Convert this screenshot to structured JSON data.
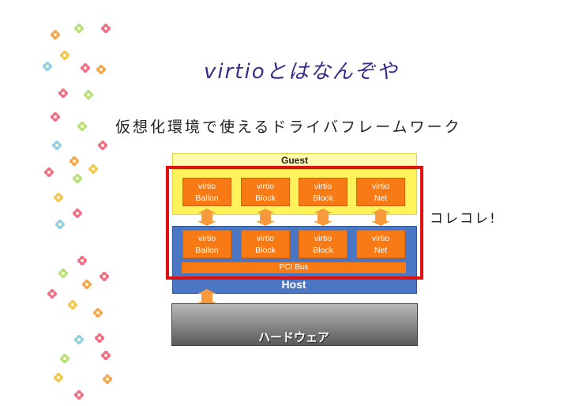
{
  "title": "virtioとはなんぞや",
  "subtitle": "仮想化環境で使えるドライバフレームワーク",
  "diagram": {
    "guest_label": "Guest",
    "guest_components": [
      {
        "line1": "virtio",
        "line2": "Ballon"
      },
      {
        "line1": "virtio",
        "line2": "Block"
      },
      {
        "line1": "virtio",
        "line2": "Block"
      },
      {
        "line1": "virtio",
        "line2": "Net"
      }
    ],
    "host_components": [
      {
        "line1": "virtio",
        "line2": "Ballon"
      },
      {
        "line1": "virtio",
        "line2": "Block"
      },
      {
        "line1": "virtio",
        "line2": "Block"
      },
      {
        "line1": "virtio",
        "line2": "Net"
      }
    ],
    "pci_bus_label": "PCI Bus",
    "host_label": "Host",
    "hardware_label": "ハードウェア"
  },
  "callout": "コレコレ!",
  "colors": {
    "guest": "#fff35c",
    "host": "#4a76c4",
    "component": "#f77a14",
    "highlight": "#e01010"
  }
}
